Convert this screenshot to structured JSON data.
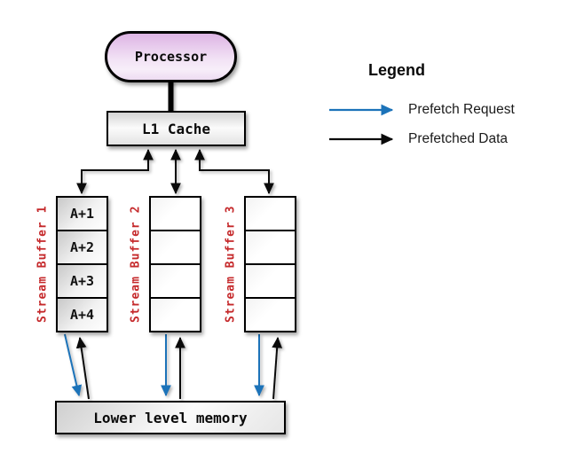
{
  "nodes": {
    "processor": "Processor",
    "l1_cache": "L1 Cache",
    "lower_memory": "Lower level memory"
  },
  "buffers": [
    {
      "label": "Stream Buffer 1",
      "cells": [
        "A+1",
        "A+2",
        "A+3",
        "A+4"
      ]
    },
    {
      "label": "Stream Buffer 2",
      "cells": [
        "",
        "",
        "",
        ""
      ]
    },
    {
      "label": "Stream Buffer 3",
      "cells": [
        "",
        "",
        "",
        ""
      ]
    }
  ],
  "legend": {
    "title": "Legend",
    "items": [
      {
        "label": "Prefetch Request",
        "color": "#1c73b9"
      },
      {
        "label": "Prefetched Data",
        "color": "#0a0a0a"
      }
    ]
  },
  "colors": {
    "prefetch_request": "#1c73b9",
    "prefetched_data": "#0a0a0a",
    "stream_buffer_label": "#c5292b",
    "processor_fill": "#ddb4e4",
    "node_fill_gray": "#e3e3e3"
  }
}
